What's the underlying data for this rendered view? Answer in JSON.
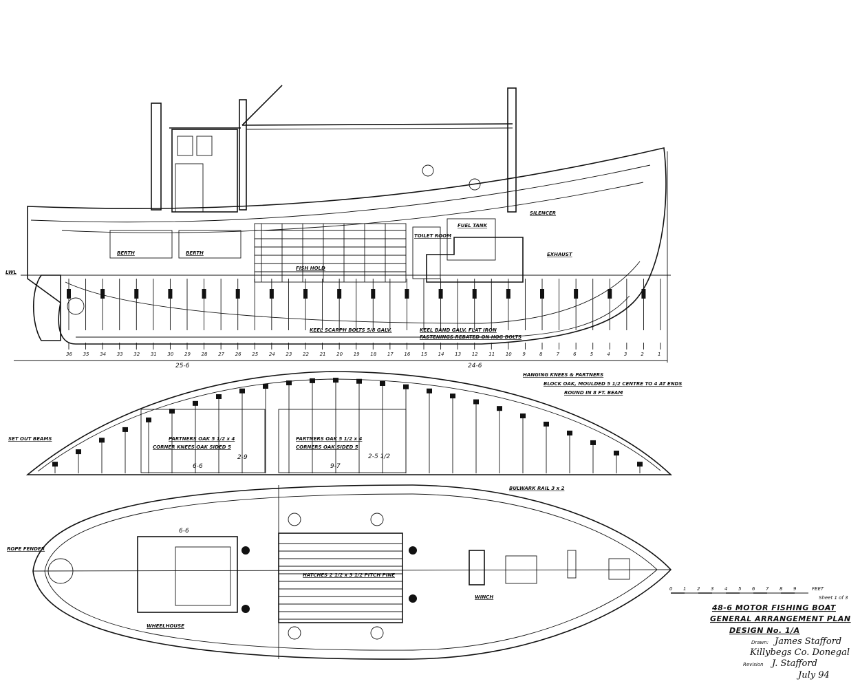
{
  "title_block": {
    "title": "48-6 MOTOR FISHING BOAT",
    "subtitle": "GENERAL ARRANGEMENT PLAN",
    "design": "DESIGN No. 1/A",
    "sheet": "Sheet 1 of 3",
    "scale_label": "FEET",
    "drawn_label": "Drawn:",
    "drawn_by": "James Stafford",
    "location": "Killybegs Co. Donegal",
    "revised_label": "Revision",
    "revised_sign": "J. Stafford",
    "date": "July 94"
  },
  "profile": {
    "labels": {
      "fuel_tank": "FUEL TANK",
      "toilet": "TOILET ROOM",
      "berth_aft": "BERTH",
      "berth_fwd": "BERTH",
      "fish_hold": "FISH HOLD",
      "keel_note": "KEEL SCARPH BOLTS 5/8 GALV.",
      "keel_note2": "KEEL BAND GALV. FLAT IRON",
      "keel_note3": "FASTENINGS REBATED ON HOG BOLTS",
      "exhaust": "EXHAUST",
      "silencer": "SILENCER",
      "lwl": "LWL"
    },
    "dim_aft": "25-6",
    "dim_fwd": "24-6",
    "stations": [
      "36",
      "35",
      "34",
      "33",
      "32",
      "31",
      "30",
      "29",
      "28",
      "27",
      "26",
      "25",
      "24",
      "23",
      "22",
      "21",
      "20",
      "19",
      "18",
      "17",
      "16",
      "15",
      "14",
      "13",
      "12",
      "11",
      "10",
      "9",
      "8",
      "7",
      "6",
      "5",
      "4",
      "3",
      "2",
      "1"
    ]
  },
  "beam_plan": {
    "notes": [
      "HANGING KNEES & PARTNERS",
      "BLOCK OAK, MOULDED 5 1/2 CENTRE TO 4 AT ENDS",
      "ROUND IN 8 FT. BEAM"
    ],
    "partners_aft": "PARTNERS OAK 5 1/2 x 4",
    "partners_aft2": "CORNER KNEES OAK SIDED 5",
    "partners_fwd": "PARTNERS OAK 5 1/2 x 4",
    "partners_fwd2": "CORNERS OAK SIDED 5",
    "dim_a": "6-6",
    "dim_b": "9-7",
    "dim_c": "2-9",
    "dim_d": "2-5 1/2",
    "set_out": "SET OUT BEAMS"
  },
  "deck_plan": {
    "hatch_note": "HATCHES 2 1/2 x 3 1/2 PITCH PINE",
    "bulwark": "BULWARK RAIL 3 x 2",
    "winch": "WINCH",
    "wheelhouse": "WHEELHOUSE",
    "stern_note": "ROPE FENDER",
    "dim_wh": "6-6"
  }
}
